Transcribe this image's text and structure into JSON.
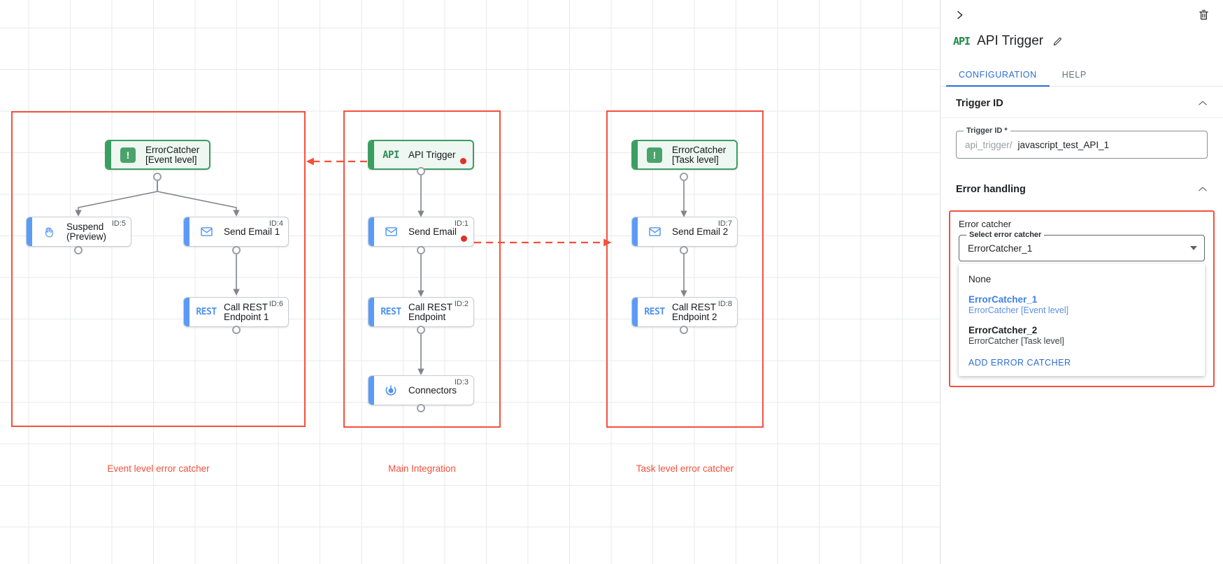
{
  "canvas": {
    "groups": [
      {
        "id": "event-level",
        "label": "Event level error catcher"
      },
      {
        "id": "main-integration",
        "label": "Main Integration"
      },
      {
        "id": "task-level",
        "label": "Task level error catcher"
      }
    ],
    "nodes": [
      {
        "key": "errorcatcher_event",
        "label": "ErrorCatcher\n[Event level]",
        "icon": "error-catcher-icon",
        "id_label": "",
        "kind": "trigger",
        "has_red_dot": false
      },
      {
        "key": "suspend",
        "label": "Suspend\n(Preview)",
        "icon": "hand-icon",
        "id_label": "ID:5",
        "kind": "task",
        "has_red_dot": false
      },
      {
        "key": "send_email_1",
        "label": "Send Email 1",
        "icon": "envelope-icon",
        "id_label": "ID:4",
        "kind": "task",
        "has_red_dot": false
      },
      {
        "key": "call_rest_1",
        "label": "Call REST\nEndpoint 1",
        "icon": "rest-icon",
        "id_label": "ID:6",
        "kind": "task",
        "has_red_dot": false
      },
      {
        "key": "api_trigger",
        "label": "API Trigger",
        "icon": "api-icon",
        "id_label": "",
        "kind": "trigger",
        "has_red_dot": true
      },
      {
        "key": "send_email",
        "label": "Send Email",
        "icon": "envelope-icon",
        "id_label": "ID:1",
        "kind": "task",
        "has_red_dot": true
      },
      {
        "key": "call_rest",
        "label": "Call REST\nEndpoint",
        "icon": "rest-icon",
        "id_label": "ID:2",
        "kind": "task",
        "has_red_dot": false
      },
      {
        "key": "connectors",
        "label": "Connectors",
        "icon": "connectors-icon",
        "id_label": "ID:3",
        "kind": "task",
        "has_red_dot": false
      },
      {
        "key": "errorcatcher_task",
        "label": "ErrorCatcher\n[Task level]",
        "icon": "error-catcher-icon",
        "id_label": "",
        "kind": "trigger",
        "has_red_dot": false
      },
      {
        "key": "send_email_2",
        "label": "Send Email 2",
        "icon": "envelope-icon",
        "id_label": "ID:7",
        "kind": "task",
        "has_red_dot": false
      },
      {
        "key": "call_rest_2",
        "label": "Call REST\nEndpoint 2",
        "icon": "rest-icon",
        "id_label": "ID:8",
        "kind": "task",
        "has_red_dot": false
      }
    ]
  },
  "panel": {
    "collapse_icon": "chevron-right-icon",
    "delete_icon": "trash-icon",
    "title_icon": "api-icon",
    "title": "API Trigger",
    "edit_icon": "pencil-icon",
    "tabs": [
      {
        "key": "configuration",
        "label": "CONFIGURATION",
        "active": true
      },
      {
        "key": "help",
        "label": "HELP",
        "active": false
      }
    ],
    "trigger_id_section": {
      "heading": "Trigger ID",
      "collapse_icon": "chevron-up-icon",
      "field_legend": "Trigger ID *",
      "prefix": "api_trigger/",
      "value": "javascript_test_API_1"
    },
    "error_handling_section": {
      "heading": "Error handling",
      "collapse_icon": "chevron-up-icon",
      "box_title": "Error catcher",
      "select_legend": "Select error catcher",
      "select_value": "ErrorCatcher_1",
      "dropdown": {
        "options": [
          {
            "main": "None",
            "sub": "",
            "selected": false,
            "bold": false
          },
          {
            "main": "ErrorCatcher_1",
            "sub": "ErrorCatcher [Event level]",
            "selected": true,
            "bold": false
          },
          {
            "main": "ErrorCatcher_2",
            "sub": "ErrorCatcher [Task level]",
            "selected": false,
            "bold": true
          }
        ],
        "action_label": "ADD ERROR CATCHER"
      }
    }
  },
  "colors": {
    "group_red": "#f4503c",
    "accent_blue": "#5b9bf8",
    "trigger_green": "#3a9e61",
    "link_blue": "#2b6cd4",
    "red_dot": "#e03127"
  }
}
